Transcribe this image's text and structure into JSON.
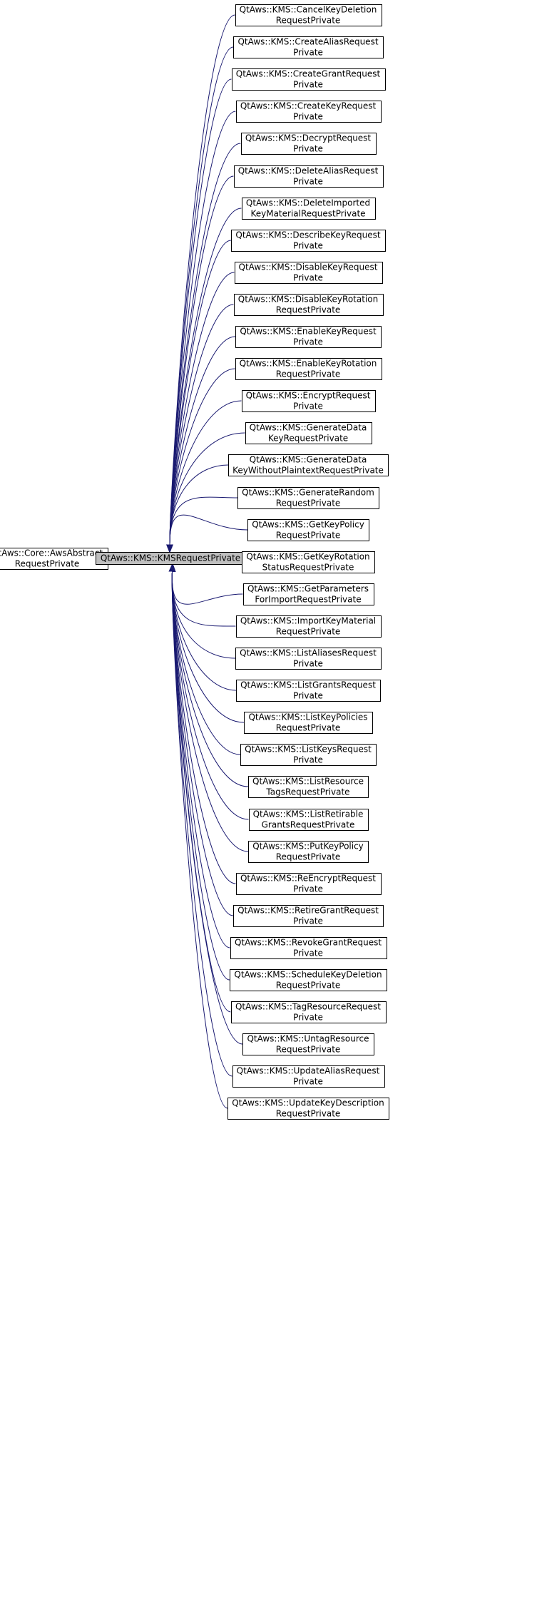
{
  "diagram": {
    "type": "inheritance-graph",
    "colors": {
      "edge": "#191970",
      "node_border": "#000000",
      "node_fill": "#ffffff",
      "current_fill": "#bfbfbf"
    },
    "base_class": {
      "id": "aws-abstract-request-private",
      "lines": [
        "QtAws::Core::AwsAbstract",
        "RequestPrivate"
      ]
    },
    "current_class": {
      "id": "kms-request-private",
      "lines": [
        "QtAws::KMS::KMSRequestPrivate"
      ]
    },
    "derived_classes": [
      {
        "id": "cancel-key-deletion",
        "lines": [
          "QtAws::KMS::CancelKeyDeletion",
          "RequestPrivate"
        ]
      },
      {
        "id": "create-alias",
        "lines": [
          "QtAws::KMS::CreateAliasRequest",
          "Private"
        ]
      },
      {
        "id": "create-grant",
        "lines": [
          "QtAws::KMS::CreateGrantRequest",
          "Private"
        ]
      },
      {
        "id": "create-key",
        "lines": [
          "QtAws::KMS::CreateKeyRequest",
          "Private"
        ]
      },
      {
        "id": "decrypt",
        "lines": [
          "QtAws::KMS::DecryptRequest",
          "Private"
        ]
      },
      {
        "id": "delete-alias",
        "lines": [
          "QtAws::KMS::DeleteAliasRequest",
          "Private"
        ]
      },
      {
        "id": "delete-imported-key-material",
        "lines": [
          "QtAws::KMS::DeleteImported",
          "KeyMaterialRequestPrivate"
        ]
      },
      {
        "id": "describe-key",
        "lines": [
          "QtAws::KMS::DescribeKeyRequest",
          "Private"
        ]
      },
      {
        "id": "disable-key",
        "lines": [
          "QtAws::KMS::DisableKeyRequest",
          "Private"
        ]
      },
      {
        "id": "disable-key-rotation",
        "lines": [
          "QtAws::KMS::DisableKeyRotation",
          "RequestPrivate"
        ]
      },
      {
        "id": "enable-key",
        "lines": [
          "QtAws::KMS::EnableKeyRequest",
          "Private"
        ]
      },
      {
        "id": "enable-key-rotation",
        "lines": [
          "QtAws::KMS::EnableKeyRotation",
          "RequestPrivate"
        ]
      },
      {
        "id": "encrypt",
        "lines": [
          "QtAws::KMS::EncryptRequest",
          "Private"
        ]
      },
      {
        "id": "generate-data-key",
        "lines": [
          "QtAws::KMS::GenerateData",
          "KeyRequestPrivate"
        ]
      },
      {
        "id": "generate-data-key-without-plaintext",
        "lines": [
          "QtAws::KMS::GenerateData",
          "KeyWithoutPlaintextRequestPrivate"
        ]
      },
      {
        "id": "generate-random",
        "lines": [
          "QtAws::KMS::GenerateRandom",
          "RequestPrivate"
        ]
      },
      {
        "id": "get-key-policy",
        "lines": [
          "QtAws::KMS::GetKeyPolicy",
          "RequestPrivate"
        ]
      },
      {
        "id": "get-key-rotation-status",
        "lines": [
          "QtAws::KMS::GetKeyRotation",
          "StatusRequestPrivate"
        ]
      },
      {
        "id": "get-parameters-for-import",
        "lines": [
          "QtAws::KMS::GetParameters",
          "ForImportRequestPrivate"
        ]
      },
      {
        "id": "import-key-material",
        "lines": [
          "QtAws::KMS::ImportKeyMaterial",
          "RequestPrivate"
        ]
      },
      {
        "id": "list-aliases",
        "lines": [
          "QtAws::KMS::ListAliasesRequest",
          "Private"
        ]
      },
      {
        "id": "list-grants",
        "lines": [
          "QtAws::KMS::ListGrantsRequest",
          "Private"
        ]
      },
      {
        "id": "list-key-policies",
        "lines": [
          "QtAws::KMS::ListKeyPolicies",
          "RequestPrivate"
        ]
      },
      {
        "id": "list-keys",
        "lines": [
          "QtAws::KMS::ListKeysRequest",
          "Private"
        ]
      },
      {
        "id": "list-resource-tags",
        "lines": [
          "QtAws::KMS::ListResource",
          "TagsRequestPrivate"
        ]
      },
      {
        "id": "list-retirable-grants",
        "lines": [
          "QtAws::KMS::ListRetirable",
          "GrantsRequestPrivate"
        ]
      },
      {
        "id": "put-key-policy",
        "lines": [
          "QtAws::KMS::PutKeyPolicy",
          "RequestPrivate"
        ]
      },
      {
        "id": "re-encrypt",
        "lines": [
          "QtAws::KMS::ReEncryptRequest",
          "Private"
        ]
      },
      {
        "id": "retire-grant",
        "lines": [
          "QtAws::KMS::RetireGrantRequest",
          "Private"
        ]
      },
      {
        "id": "revoke-grant",
        "lines": [
          "QtAws::KMS::RevokeGrantRequest",
          "Private"
        ]
      },
      {
        "id": "schedule-key-deletion",
        "lines": [
          "QtAws::KMS::ScheduleKeyDeletion",
          "RequestPrivate"
        ]
      },
      {
        "id": "tag-resource",
        "lines": [
          "QtAws::KMS::TagResourceRequest",
          "Private"
        ]
      },
      {
        "id": "untag-resource",
        "lines": [
          "QtAws::KMS::UntagResource",
          "RequestPrivate"
        ]
      },
      {
        "id": "update-alias",
        "lines": [
          "QtAws::KMS::UpdateAliasRequest",
          "Private"
        ]
      },
      {
        "id": "update-key-description",
        "lines": [
          "QtAws::KMS::UpdateKeyDescription",
          "RequestPrivate"
        ]
      }
    ]
  }
}
